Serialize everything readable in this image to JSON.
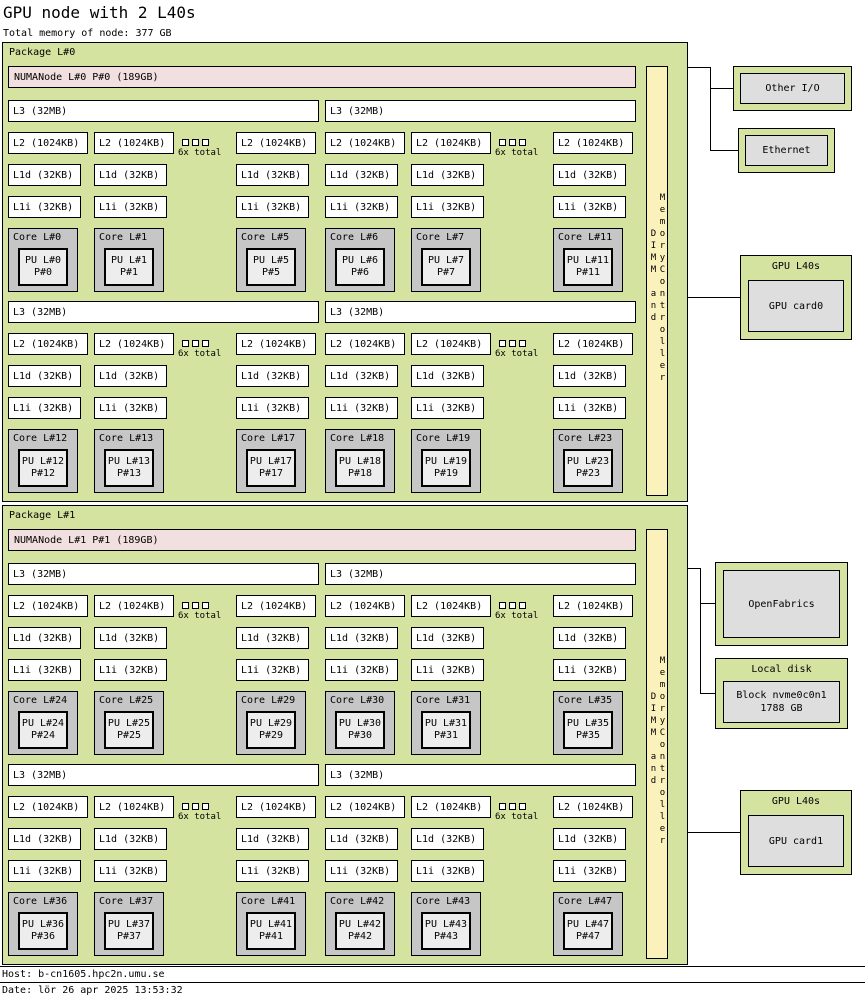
{
  "title": "GPU node with 2 L40s",
  "subtitle": "Total memory of node: 377 GB",
  "labels": {
    "l3": "L3 (32MB)",
    "l2": "L2 (1024KB)",
    "l1d": "L1d (32KB)",
    "l1i": "L1i (32KB)",
    "six_total": "6x total",
    "memory_words": [
      "Memory",
      "DIMM",
      "and",
      "Controller"
    ]
  },
  "packages": [
    {
      "name": "Package L#0",
      "numa": "NUMANode L#0 P#0 (189GB)",
      "groups": [
        {
          "cores": [
            {
              "label": "Core L#0",
              "pu": "PU L#0",
              "p": "P#0"
            },
            {
              "label": "Core L#1",
              "pu": "PU L#1",
              "p": "P#1"
            },
            {
              "label": "Core L#5",
              "pu": "PU L#5",
              "p": "P#5"
            }
          ]
        },
        {
          "cores": [
            {
              "label": "Core L#6",
              "pu": "PU L#6",
              "p": "P#6"
            },
            {
              "label": "Core L#7",
              "pu": "PU L#7",
              "p": "P#7"
            },
            {
              "label": "Core L#11",
              "pu": "PU L#11",
              "p": "P#11"
            }
          ]
        },
        {
          "cores": [
            {
              "label": "Core L#12",
              "pu": "PU L#12",
              "p": "P#12"
            },
            {
              "label": "Core L#13",
              "pu": "PU L#13",
              "p": "P#13"
            },
            {
              "label": "Core L#17",
              "pu": "PU L#17",
              "p": "P#17"
            }
          ]
        },
        {
          "cores": [
            {
              "label": "Core L#18",
              "pu": "PU L#18",
              "p": "P#18"
            },
            {
              "label": "Core L#19",
              "pu": "PU L#19",
              "p": "P#19"
            },
            {
              "label": "Core L#23",
              "pu": "PU L#23",
              "p": "P#23"
            }
          ]
        }
      ]
    },
    {
      "name": "Package L#1",
      "numa": "NUMANode L#1 P#1 (189GB)",
      "groups": [
        {
          "cores": [
            {
              "label": "Core L#24",
              "pu": "PU L#24",
              "p": "P#24"
            },
            {
              "label": "Core L#25",
              "pu": "PU L#25",
              "p": "P#25"
            },
            {
              "label": "Core L#29",
              "pu": "PU L#29",
              "p": "P#29"
            }
          ]
        },
        {
          "cores": [
            {
              "label": "Core L#30",
              "pu": "PU L#30",
              "p": "P#30"
            },
            {
              "label": "Core L#31",
              "pu": "PU L#31",
              "p": "P#31"
            },
            {
              "label": "Core L#35",
              "pu": "PU L#35",
              "p": "P#35"
            }
          ]
        },
        {
          "cores": [
            {
              "label": "Core L#36",
              "pu": "PU L#36",
              "p": "P#36"
            },
            {
              "label": "Core L#37",
              "pu": "PU L#37",
              "p": "P#37"
            },
            {
              "label": "Core L#41",
              "pu": "PU L#41",
              "p": "P#41"
            }
          ]
        },
        {
          "cores": [
            {
              "label": "Core L#42",
              "pu": "PU L#42",
              "p": "P#42"
            },
            {
              "label": "Core L#43",
              "pu": "PU L#43",
              "p": "P#43"
            },
            {
              "label": "Core L#47",
              "pu": "PU L#47",
              "p": "P#47"
            }
          ]
        }
      ]
    }
  ],
  "devices": {
    "other_io": {
      "label": "Other I/O"
    },
    "ethernet": {
      "label": "Ethernet"
    },
    "gpu0": {
      "title": "GPU L40s",
      "label": "GPU card0"
    },
    "openfabrics": {
      "label": "OpenFabrics"
    },
    "local_disk": {
      "title": "Local disk",
      "label": "Block nvme0c0n1\n1788 GB"
    },
    "gpu1": {
      "title": "GPU L40s",
      "label": "GPU card1"
    }
  },
  "footer": {
    "host": "Host: b-cn1605.hpc2n.umu.se",
    "date": "Date: lör 26 apr 2025 13:53:32"
  }
}
